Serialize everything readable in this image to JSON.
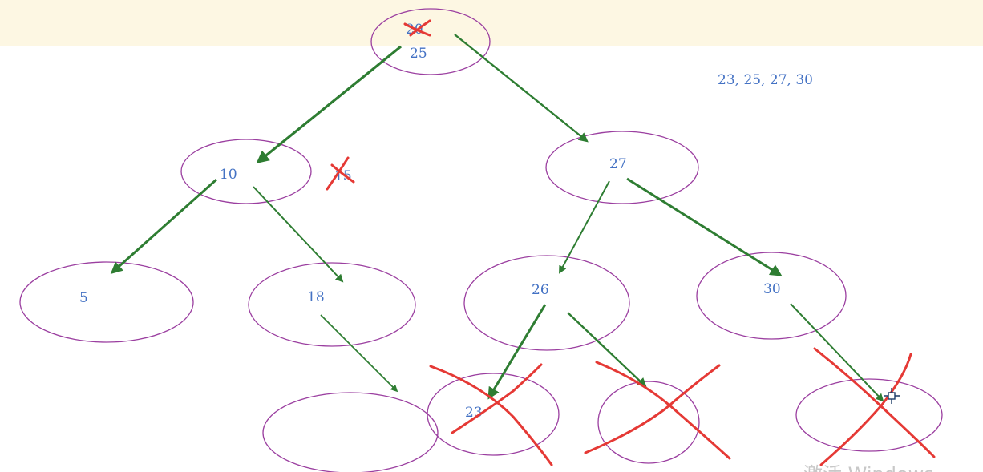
{
  "nodes": {
    "root_old": "20",
    "root": "25",
    "n10": "10",
    "n15": "15",
    "n27": "27",
    "n5": "5",
    "n18": "18",
    "n26": "26",
    "n30": "30",
    "n23": "23"
  },
  "note": "23, 25, 27, 30",
  "watermark": "激活 Windows",
  "colors": {
    "ellipse": "#9b3fa0",
    "arrow": "#2e7d32",
    "cross": "#e53935",
    "text": "#4472c4",
    "highlight": "#fdf7e3"
  }
}
